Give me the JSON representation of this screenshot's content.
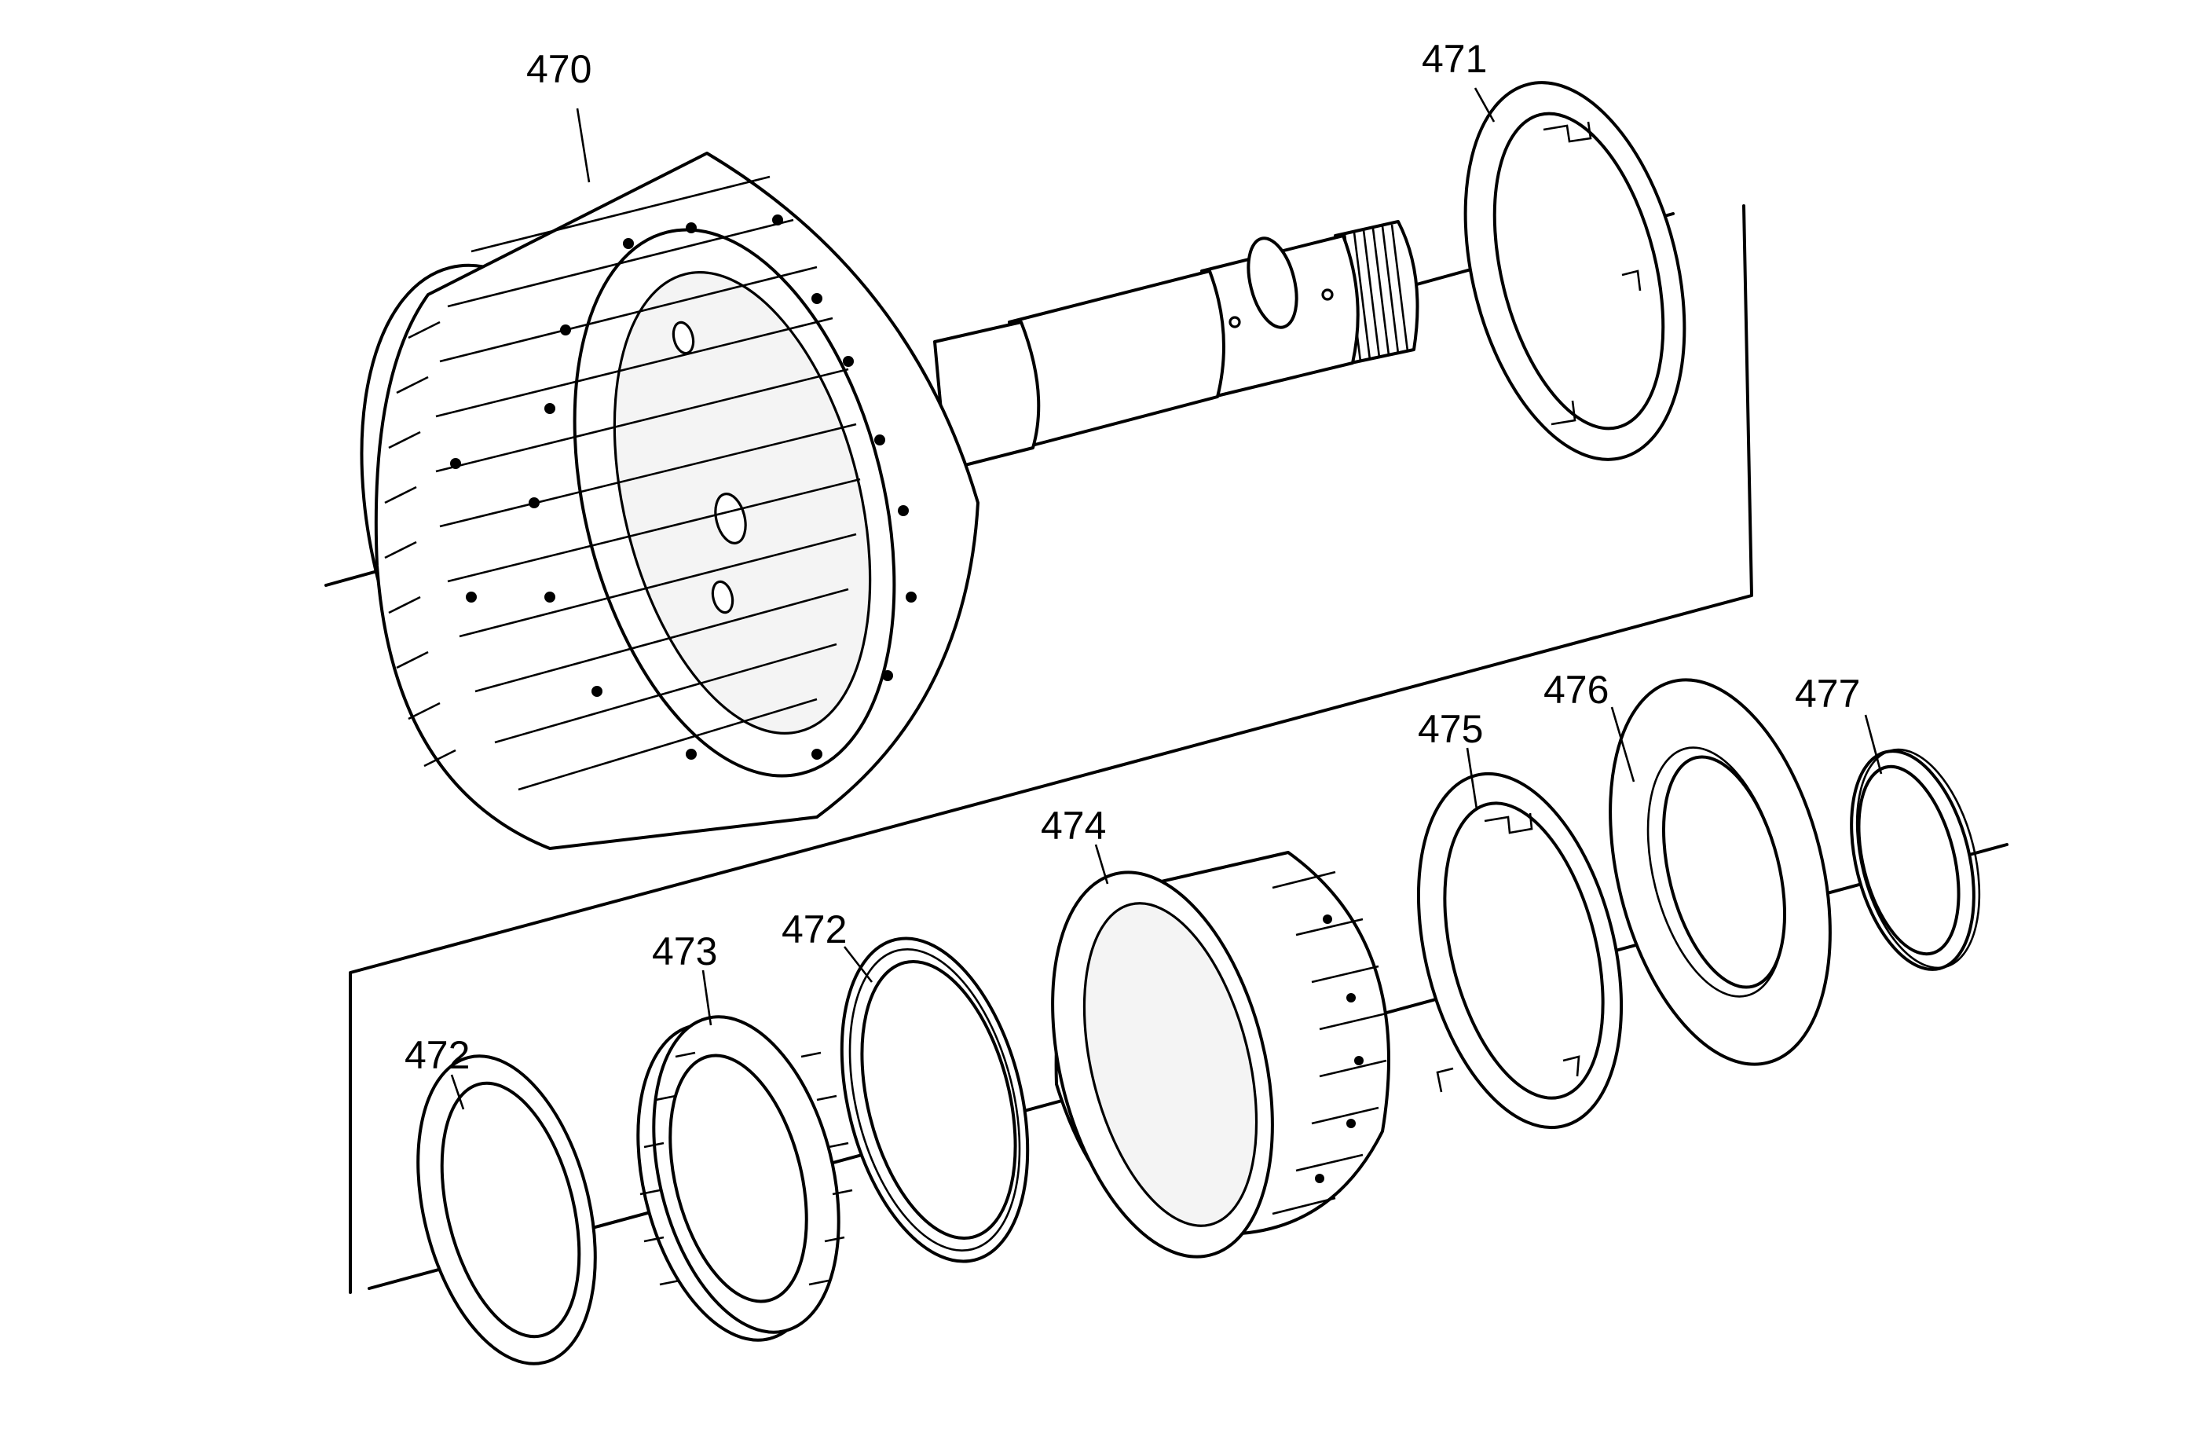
{
  "diagram": {
    "callouts": [
      {
        "id": "470",
        "label": "470"
      },
      {
        "id": "471",
        "label": "471"
      },
      {
        "id": "472a",
        "label": "472"
      },
      {
        "id": "472b",
        "label": "472"
      },
      {
        "id": "473",
        "label": "473"
      },
      {
        "id": "474",
        "label": "474"
      },
      {
        "id": "475",
        "label": "475"
      },
      {
        "id": "476",
        "label": "476"
      },
      {
        "id": "477",
        "label": "477"
      }
    ]
  }
}
